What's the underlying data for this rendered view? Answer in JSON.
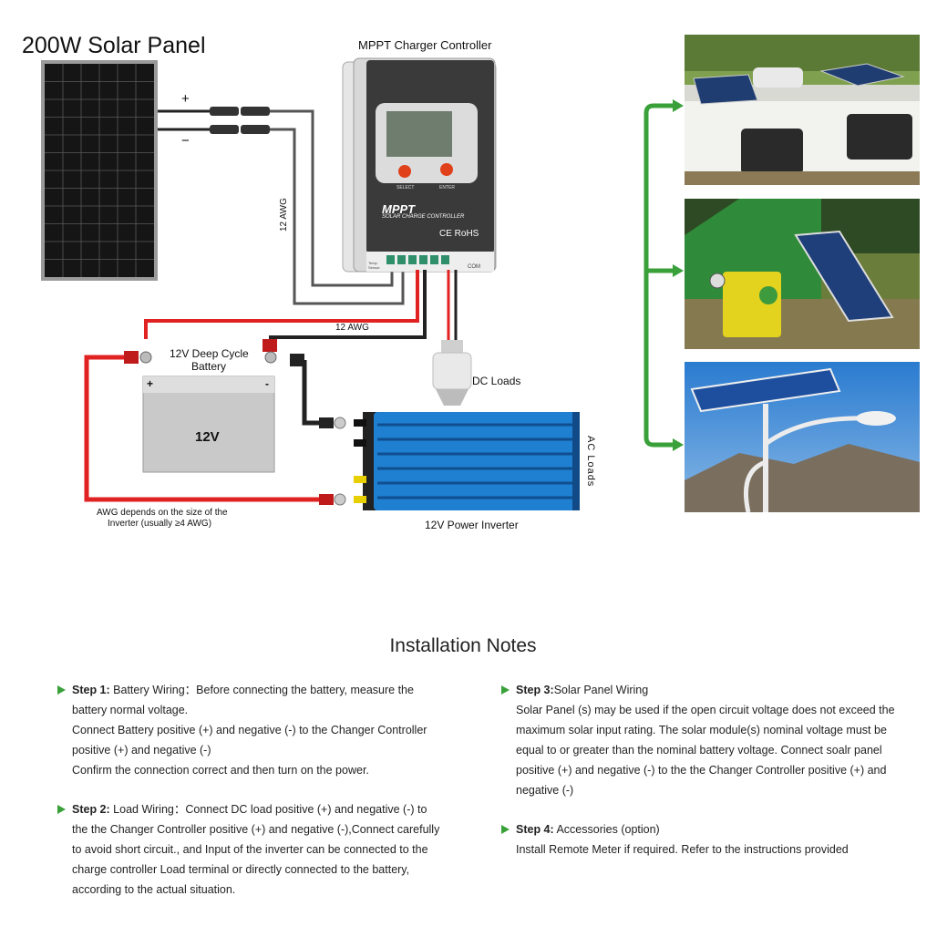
{
  "diagram": {
    "solar_panel_title": "200W Solar Panel",
    "controller_title": "MPPT Charger Controller",
    "plus_sign": "+",
    "minus_sign": "−",
    "controller_brand": "MPPT",
    "controller_subtitle": "SOLAR CHARGE CONTROLLER",
    "controller_cert": "CE RoHS",
    "btn_select": "SELECT",
    "btn_enter": "ENTER",
    "temp_sensor": "Temp. Sensor",
    "com_label": "COM",
    "awg_vertical": "12 AWG",
    "awg_horizontal": "12 AWG",
    "battery_title_1": "12V Deep Cycle",
    "battery_title_2": "Battery",
    "battery_plus": "+",
    "battery_minus": "-",
    "battery_voltage": "12V",
    "dc_loads": "DC Loads",
    "ac_loads": "AC Loads",
    "inverter_label": "12V Power Inverter",
    "awg_note_1": "AWG depends on the size of the",
    "awg_note_2": "Inverter (usually ≥4 AWG)"
  },
  "notes": {
    "title": "Installation Notes",
    "step1": {
      "head": "Step 1:",
      "line1": " Battery Wiring：Before connecting the battery, measure the",
      "line2": "battery normal voltage.",
      "line3": "Connect Battery positive (+) and negative (-) to the Changer Controller",
      "line4": "positive (+) and negative (-)",
      "line5": "Confirm the connection correct and then turn on the power."
    },
    "step2": {
      "head": "Step 2:",
      "line1": " Load Wiring：Connect DC load positive (+) and negative (-) to",
      "line2": "the the Changer Controller positive (+) and negative (-),Connect carefully",
      "line3": "to avoid short circuit., and  Input of the inverter can be connected to the",
      "line4": "charge controller Load terminal or directly connected to the battery,",
      "line5": "according to the actual situation."
    },
    "step3": {
      "head": "Step 3:",
      "line1": "Solar  Panel  Wiring",
      "line2": "Solar Panel (s) may be used if the open circuit voltage does not exceed the",
      "line3": "maximum solar input rating. The solar module(s) nominal voltage must be",
      "line4": "equal to or greater than the nominal battery voltage. Connect soalr panel",
      "line5": "positive (+) and negative (-) to the the Changer Controller positive (+) and",
      "line6": "negative (-)"
    },
    "step4": {
      "head": "Step 4:",
      "line1": " Accessories (option)",
      "line2": "Install Remote Meter if required. Refer to the instructions provided"
    }
  },
  "colors": {
    "wire_red": "#e02222",
    "wire_black": "#222222",
    "arrow_green": "#3aa13a",
    "inverter_blue": "#1f7fd0",
    "controller_dark": "#3a3a3a"
  }
}
